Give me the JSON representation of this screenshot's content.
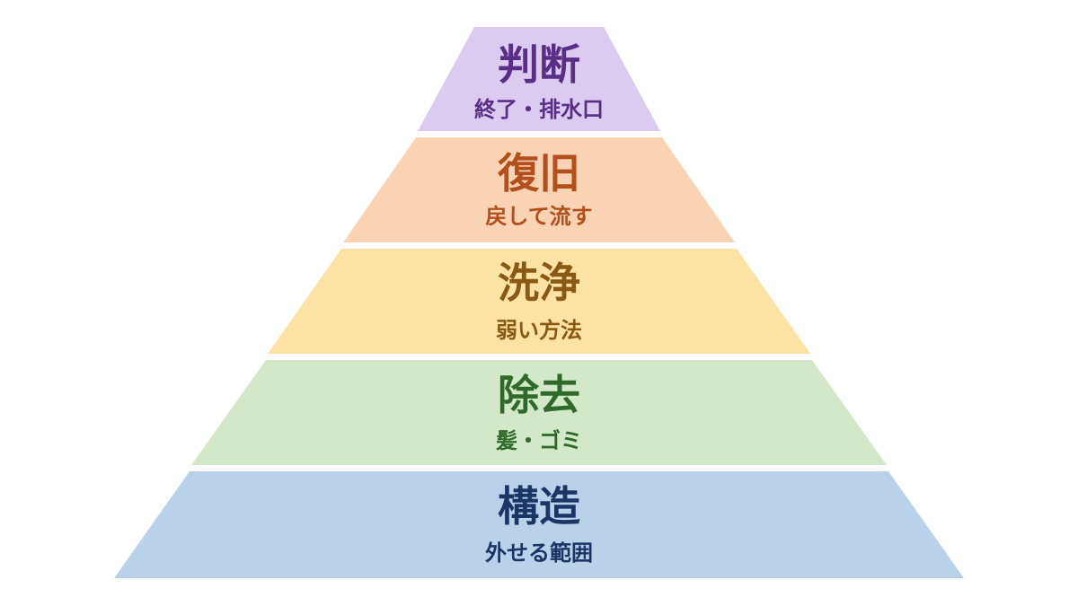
{
  "pyramid": {
    "tiers": [
      {
        "title": "判断",
        "subtitle": "終了・排水口",
        "fill": "#dccbf0",
        "text_color": "#5a2d86"
      },
      {
        "title": "復旧",
        "subtitle": "戻して流す",
        "fill": "#fad3b5",
        "text_color": "#b44e1c"
      },
      {
        "title": "洗浄",
        "subtitle": "弱い方法",
        "fill": "#fce3a5",
        "text_color": "#8a5a14"
      },
      {
        "title": "除去",
        "subtitle": "髪・ゴミ",
        "fill": "#d3e8c8",
        "text_color": "#2f6a2a"
      },
      {
        "title": "構造",
        "subtitle": "外せる範囲",
        "fill": "#b9d2ea",
        "text_color": "#1a3566"
      }
    ]
  }
}
